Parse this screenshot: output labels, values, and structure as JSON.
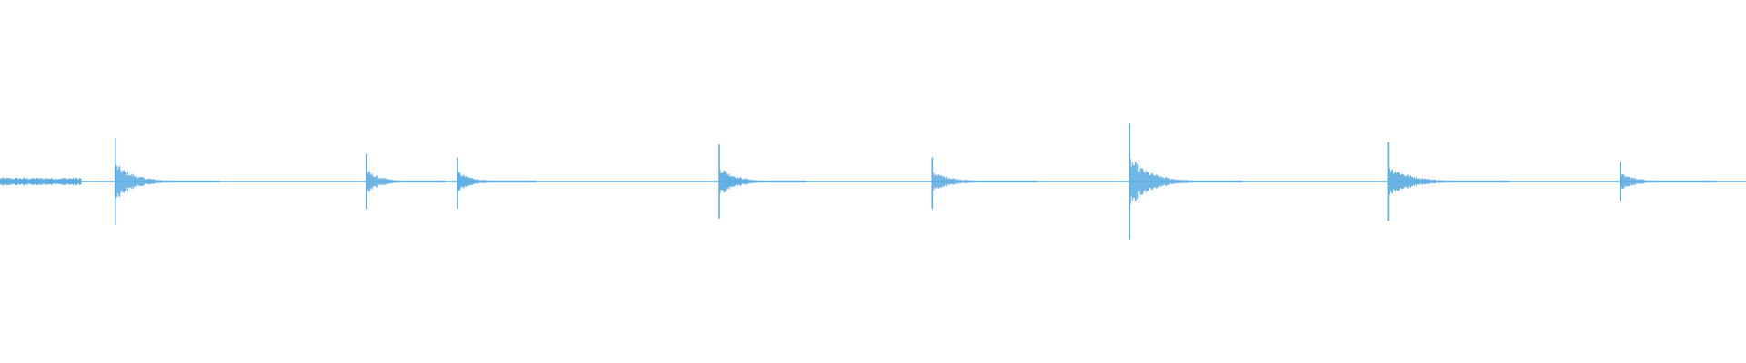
{
  "colors": {
    "background": "#ffffff",
    "waveform": "#5DADE2"
  },
  "waveform": {
    "baseline_fraction": 0.5,
    "transients": [
      {
        "position": 0.066,
        "up": 0.4,
        "down": 0.4,
        "decay": 0.06
      },
      {
        "position": 0.21,
        "up": 0.25,
        "down": 0.25,
        "decay": 0.045
      },
      {
        "position": 0.262,
        "up": 0.22,
        "down": 0.25,
        "decay": 0.045
      },
      {
        "position": 0.412,
        "up": 0.34,
        "down": 0.34,
        "decay": 0.05
      },
      {
        "position": 0.534,
        "up": 0.22,
        "down": 0.25,
        "decay": 0.06
      },
      {
        "position": 0.647,
        "up": 0.53,
        "down": 0.53,
        "decay": 0.065
      },
      {
        "position": 0.795,
        "up": 0.36,
        "down": 0.36,
        "decay": 0.07
      },
      {
        "position": 0.928,
        "up": 0.18,
        "down": 0.18,
        "decay": 0.055
      }
    ]
  }
}
